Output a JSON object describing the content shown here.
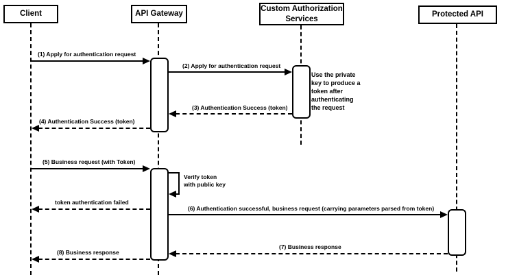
{
  "colors": {
    "background": "#ffffff",
    "line": "#000000",
    "text": "#000000",
    "shape_fill": "#ffffff"
  },
  "actors": [
    {
      "name": "Client"
    },
    {
      "name": "API Gateway"
    },
    {
      "name": "Custom Authorization\nServices"
    },
    {
      "name": "Protected API"
    }
  ],
  "messages": [
    {
      "label": "(1) Apply for authentication request",
      "from": "Client",
      "to": "API Gateway",
      "line": "solid"
    },
    {
      "label": "(2) Apply for authentication request",
      "from": "API Gateway",
      "to": "Custom Authorization Services",
      "line": "solid"
    },
    {
      "label": "(3) Authentication Success (token)",
      "from": "Custom Authorization Services",
      "to": "API Gateway",
      "line": "dashed"
    },
    {
      "label": "(4) Authentication Success (token)",
      "from": "API Gateway",
      "to": "Client",
      "line": "dashed"
    },
    {
      "label": "(5) Business request (with Token)",
      "from": "Client",
      "to": "API Gateway",
      "line": "solid"
    },
    {
      "label": "Verify token\nwith public key",
      "from": "API Gateway",
      "to": "API Gateway",
      "line": "solid-self"
    },
    {
      "label": "token authentication failed",
      "from": "API Gateway",
      "to": "Client",
      "line": "dashed"
    },
    {
      "label": "(6) Authentication successful, business request (carrying parameters parsed from token)",
      "from": "API Gateway",
      "to": "Protected API",
      "line": "solid"
    },
    {
      "label": "(7) Business response",
      "from": "Protected API",
      "to": "API Gateway",
      "line": "dashed"
    },
    {
      "label": "(8) Business response",
      "from": "API Gateway",
      "to": "Client",
      "line": "dashed"
    }
  ],
  "note": {
    "text": "Use the private\nkey to produce a\ntoken after\nauthenticating\nthe request",
    "attached_to": "Custom Authorization Services"
  }
}
